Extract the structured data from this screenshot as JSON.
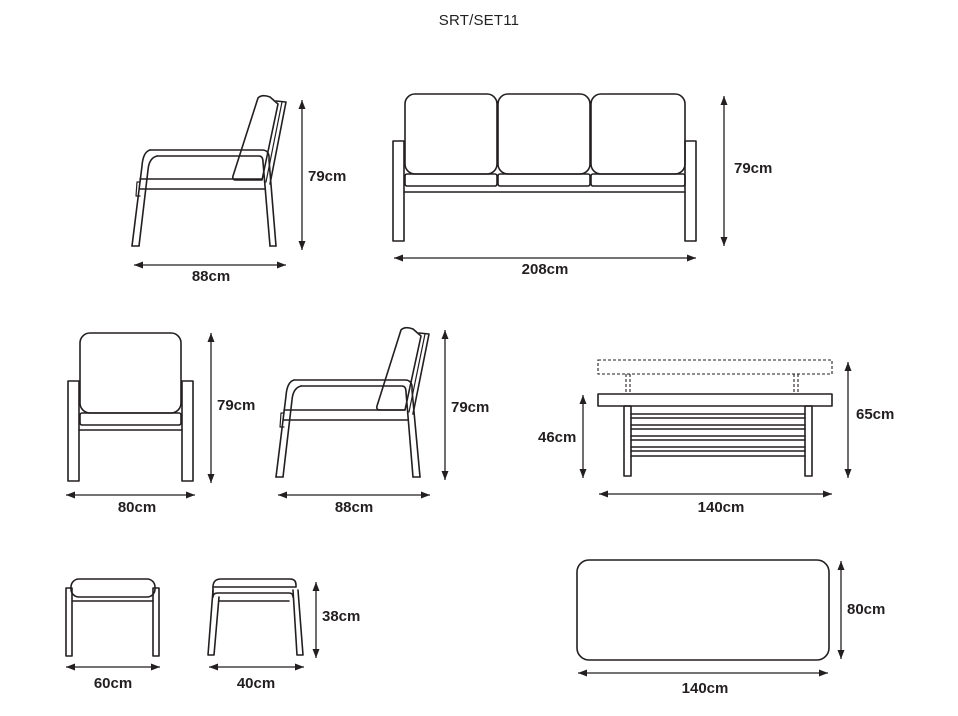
{
  "title": "SRT/SET11",
  "views": {
    "armchair_side_top": {
      "height": "79cm",
      "width": "88cm"
    },
    "sofa_front": {
      "height": "79cm",
      "width": "208cm"
    },
    "armchair_front": {
      "height": "79cm",
      "width": "80cm"
    },
    "armchair_side": {
      "height": "79cm",
      "width": "88cm"
    },
    "table_side": {
      "low_height": "46cm",
      "high_height": "65cm",
      "width": "140cm"
    },
    "footstool_front": {
      "width": "60cm"
    },
    "footstool_side": {
      "width": "40cm",
      "height": "38cm"
    },
    "table_top": {
      "width": "140cm",
      "depth": "80cm"
    }
  }
}
